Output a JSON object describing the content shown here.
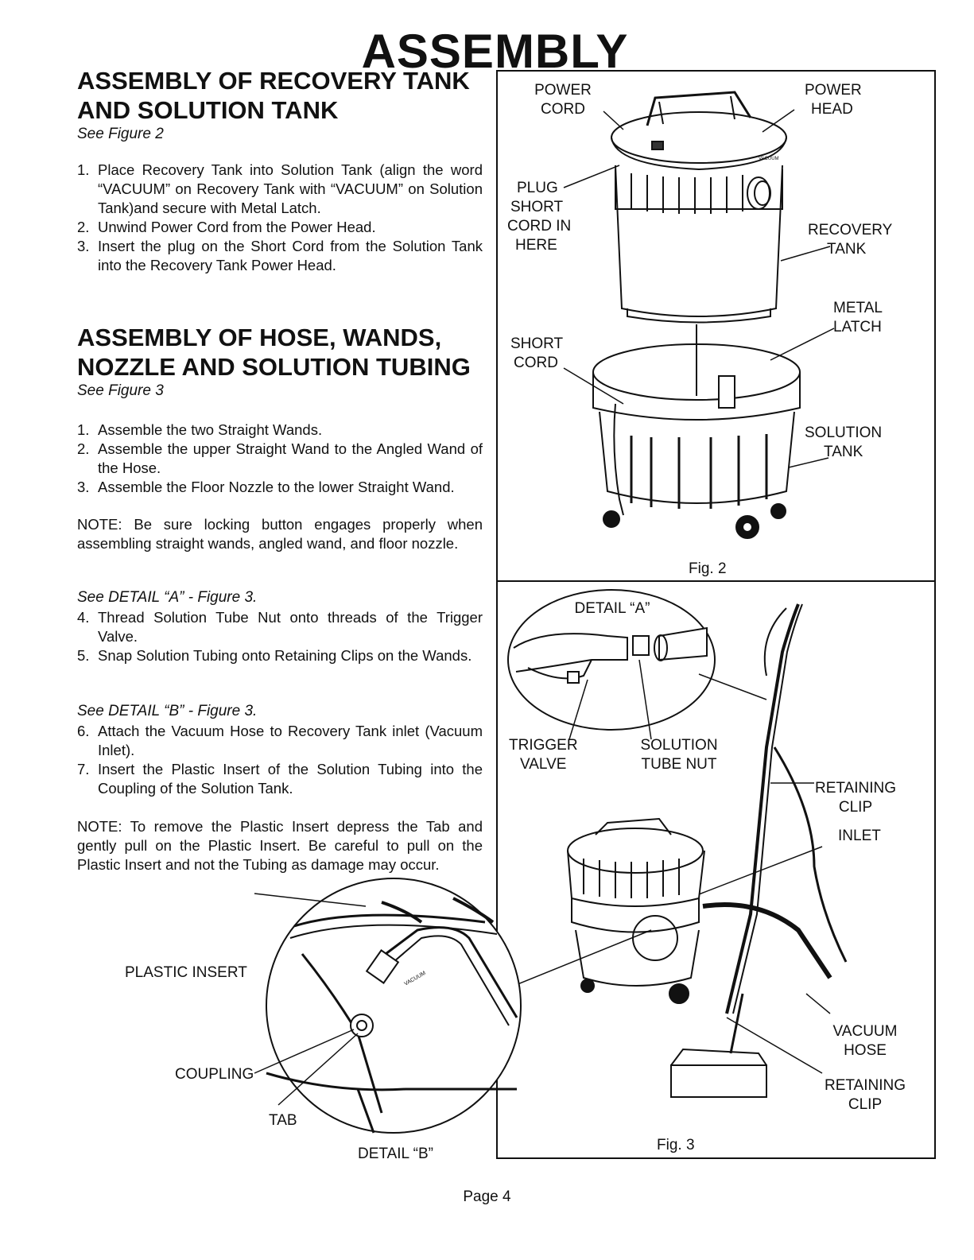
{
  "page": {
    "title": "ASSEMBLY",
    "page_number": "Page 4"
  },
  "section1": {
    "title_line1": "ASSEMBLY OF RECOVERY TANK",
    "title_line2": "AND SOLUTION TANK",
    "see": "See Figure 2",
    "steps": [
      {
        "num": "1.",
        "text": "Place Recovery Tank into Solution Tank (align the word “VACUUM” on Recovery Tank with “VACUUM” on Solution Tank)and secure with Metal Latch."
      },
      {
        "num": "2.",
        "text": "Unwind Power Cord from the Power Head."
      },
      {
        "num": "3.",
        "text": "Insert the plug on the Short Cord from the Solution Tank into the Recovery Tank Power Head."
      }
    ]
  },
  "section2": {
    "title_line1": "ASSEMBLY OF HOSE, WANDS,",
    "title_line2": "NOZZLE AND SOLUTION TUBING",
    "see": "See Figure 3",
    "steps": [
      {
        "num": "1.",
        "text": "Assemble the two Straight Wands."
      },
      {
        "num": "2.",
        "text": "Assemble the upper Straight Wand to the Angled Wand of the Hose."
      },
      {
        "num": "3.",
        "text": "Assemble the Floor Nozzle to the lower Straight Wand."
      }
    ],
    "note1": "NOTE: Be sure locking button engages properly when assembling straight wands, angled wand, and floor nozzle.",
    "see_a": "See DETAIL “A” - Figure 3.",
    "steps_a": [
      {
        "num": "4.",
        "text": "Thread Solution Tube Nut onto threads of the Trigger Valve."
      },
      {
        "num": "5.",
        "text": "Snap Solution Tubing onto Retaining Clips on the Wands."
      }
    ],
    "see_b": "See DETAIL “B” - Figure 3.",
    "steps_b": [
      {
        "num": "6.",
        "text": "Attach the Vacuum Hose to Recovery Tank inlet (Vacuum Inlet)."
      },
      {
        "num": "7.",
        "text": "Insert the Plastic Insert of the Solution Tubing into the Coupling of the Solution Tank."
      }
    ],
    "note2": "NOTE: To remove the Plastic Insert depress the Tab and gently pull on the Plastic Insert. Be careful to pull on the Plastic Insert and not the Tubing as damage may occur."
  },
  "figure2": {
    "caption": "Fig. 2",
    "labels": {
      "power_cord": [
        "POWER",
        "CORD"
      ],
      "power_head": [
        "POWER",
        "HEAD"
      ],
      "plug": [
        "PLUG",
        "SHORT",
        "CORD IN",
        "HERE"
      ],
      "recovery_tank": [
        "RECOVERY",
        "TANK"
      ],
      "metal_latch": [
        "METAL",
        "LATCH"
      ],
      "short_cord": [
        "SHORT",
        "CORD"
      ],
      "solution_tank": [
        "SOLUTION",
        "TANK"
      ],
      "vacuum_mark": "VACUUM"
    }
  },
  "figure3": {
    "caption": "Fig. 3",
    "labels": {
      "detail_a": "DETAIL “A”",
      "trigger_valve": [
        "TRIGGER",
        "VALVE"
      ],
      "solution_tube_nut": [
        "SOLUTION",
        "TUBE NUT"
      ],
      "retaining_clip_1": [
        "RETAINING",
        "CLIP"
      ],
      "inlet": "INLET",
      "vacuum_hose": [
        "VACUUM",
        "HOSE"
      ],
      "retaining_clip_2": [
        "RETAINING",
        "CLIP"
      ]
    }
  },
  "detail_b": {
    "title": "DETAIL “B”",
    "plastic_insert": "PLASTIC INSERT",
    "coupling": "COUPLING",
    "tab": "TAB",
    "vacuum_mark": "VACUUM"
  }
}
